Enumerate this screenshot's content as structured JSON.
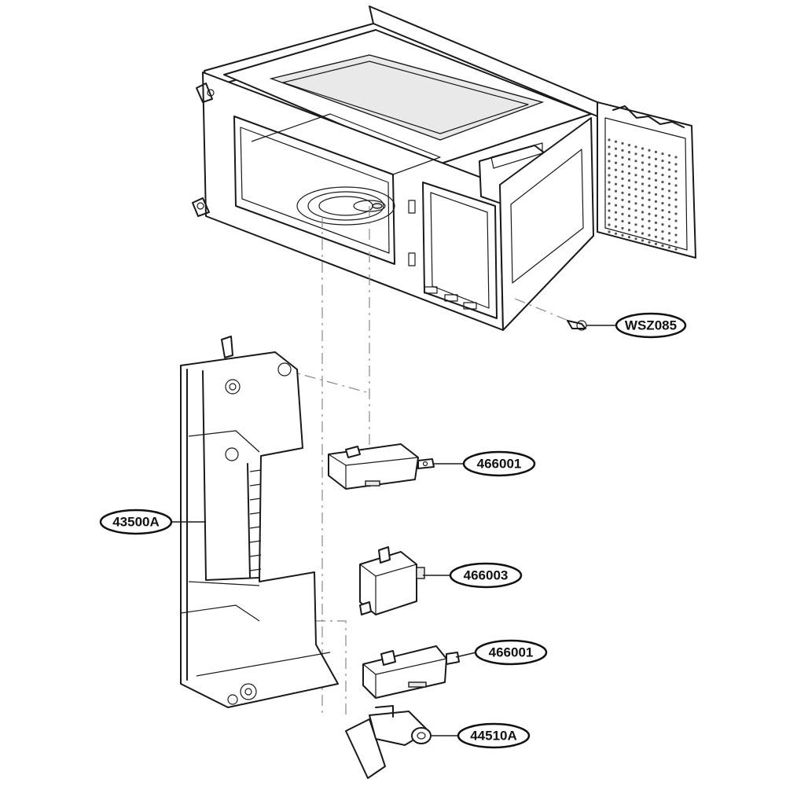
{
  "callouts": [
    {
      "id": "screw",
      "label": "WSZ085"
    },
    {
      "id": "switch-top",
      "label": "466001"
    },
    {
      "id": "latch-frame",
      "label": "43500A"
    },
    {
      "id": "switch-middle",
      "label": "466003"
    },
    {
      "id": "switch-bottom",
      "label": "466001"
    },
    {
      "id": "lever",
      "label": "44510A"
    }
  ]
}
